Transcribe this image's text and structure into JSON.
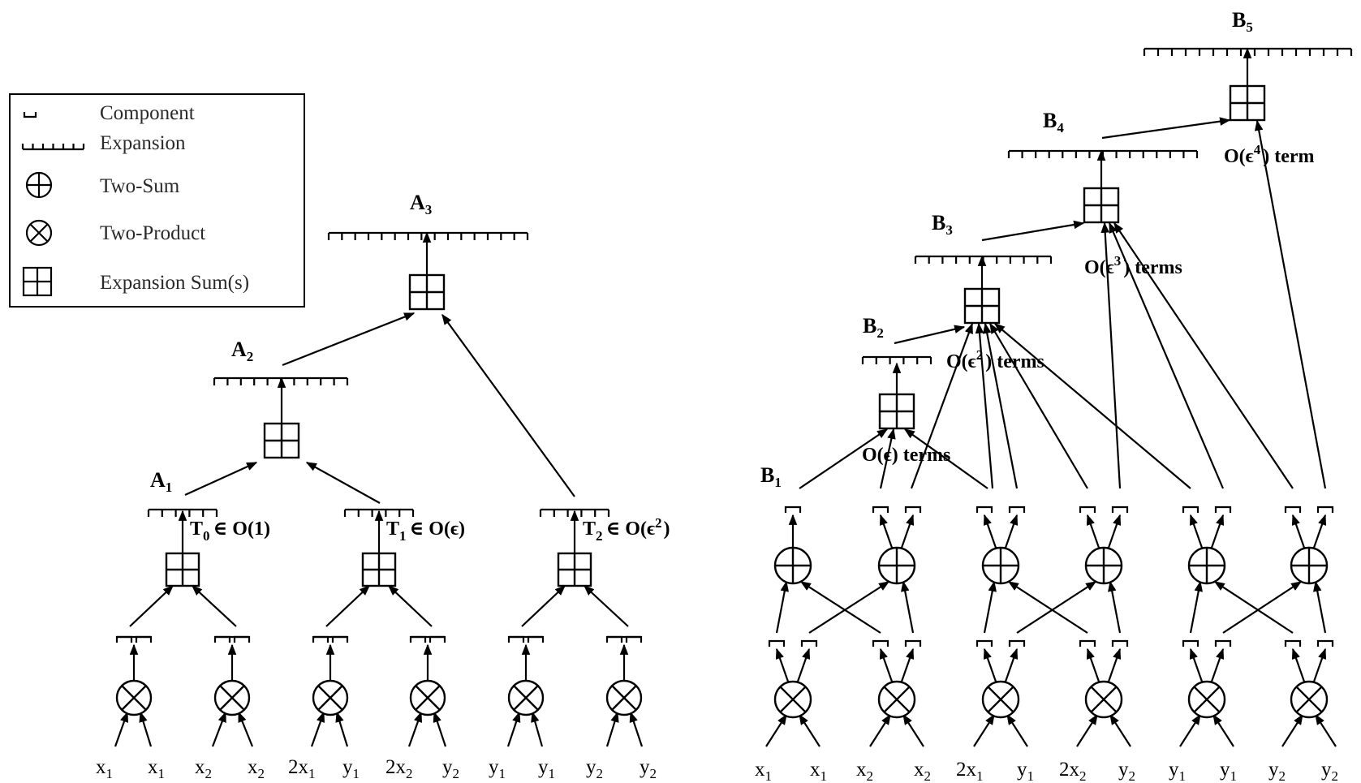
{
  "legend": {
    "component": "Component",
    "expansion": "Expansion",
    "two_sum": "Two-Sum",
    "two_product": "Two-Product",
    "expansion_sum": "Expansion Sum(s)"
  },
  "left": {
    "labels": {
      "A3": {
        "main": "A",
        "sub": "3"
      },
      "A2": {
        "main": "A",
        "sub": "2"
      },
      "A1": {
        "main": "A",
        "sub": "1"
      }
    },
    "terms": {
      "T0": {
        "main": "T",
        "sub": "0",
        "rest": "∈ O(1)"
      },
      "T1": {
        "main": "T",
        "sub": "1",
        "rest": "∈ O(ϵ)"
      },
      "T2": {
        "main": "T",
        "sub": "2",
        "rest": "∈ O(ϵ",
        "sup": "2",
        "close": ")"
      }
    },
    "inputs": [
      {
        "main": "x",
        "sub": "1"
      },
      {
        "main": "x",
        "sub": "1"
      },
      {
        "main": "x",
        "sub": "2"
      },
      {
        "main": "x",
        "sub": "2"
      },
      {
        "main": "2x",
        "sub": "1"
      },
      {
        "main": "y",
        "sub": "1"
      },
      {
        "main": "2x",
        "sub": "2"
      },
      {
        "main": "y",
        "sub": "2"
      },
      {
        "main": "y",
        "sub": "1"
      },
      {
        "main": "y",
        "sub": "1"
      },
      {
        "main": "y",
        "sub": "2"
      },
      {
        "main": "y",
        "sub": "2"
      }
    ]
  },
  "right": {
    "labels": {
      "B5": {
        "main": "B",
        "sub": "5"
      },
      "B4": {
        "main": "B",
        "sub": "4"
      },
      "B3": {
        "main": "B",
        "sub": "3"
      },
      "B2": {
        "main": "B",
        "sub": "2"
      },
      "B1": {
        "main": "B",
        "sub": "1"
      }
    },
    "terms": {
      "o1": {
        "pre": "O(ϵ) terms"
      },
      "o2": {
        "pre": "O(ϵ",
        "sup": "2",
        "post": ") terms"
      },
      "o3": {
        "pre": "O(ϵ",
        "sup": "3",
        "post": ") terms"
      },
      "o4": {
        "pre": "O(ϵ",
        "sup": "4",
        "post": ") term"
      }
    },
    "inputs": [
      {
        "main": "x",
        "sub": "1"
      },
      {
        "main": "x",
        "sub": "1"
      },
      {
        "main": "x",
        "sub": "2"
      },
      {
        "main": "x",
        "sub": "2"
      },
      {
        "main": "2x",
        "sub": "1"
      },
      {
        "main": "y",
        "sub": "1"
      },
      {
        "main": "2x",
        "sub": "2"
      },
      {
        "main": "y",
        "sub": "2"
      },
      {
        "main": "y",
        "sub": "1"
      },
      {
        "main": "y",
        "sub": "1"
      },
      {
        "main": "y",
        "sub": "2"
      },
      {
        "main": "y",
        "sub": "2"
      }
    ]
  }
}
